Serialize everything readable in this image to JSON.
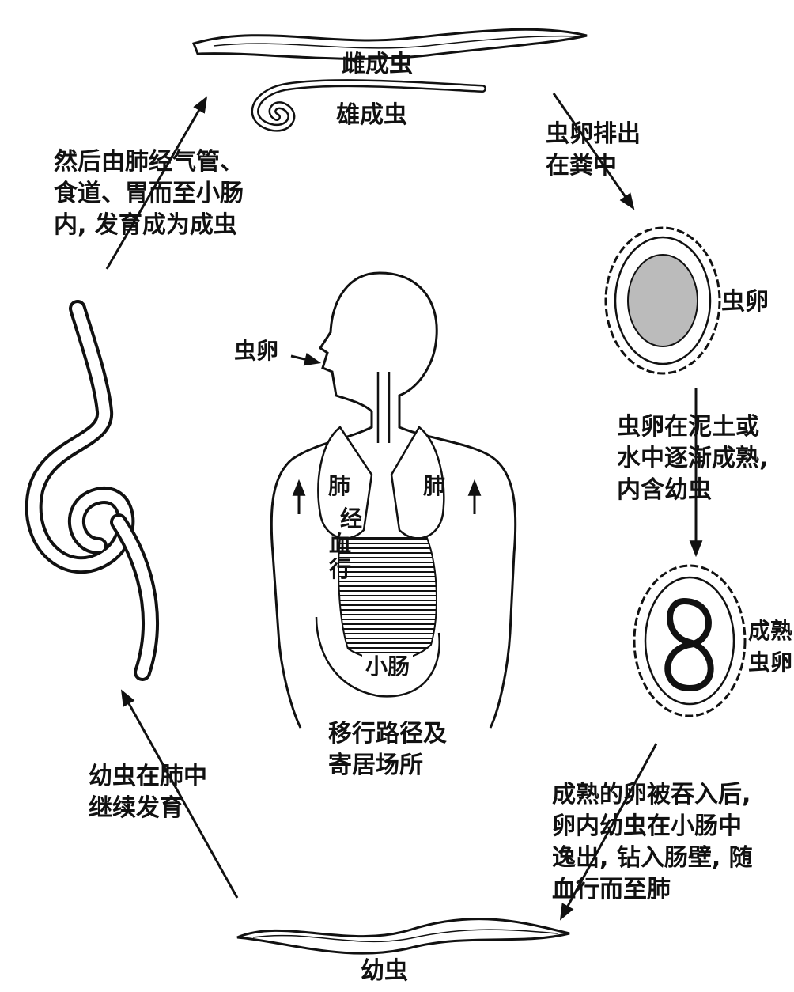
{
  "adults": {
    "female_label": "雌成虫",
    "male_label": "雄成虫"
  },
  "steps": {
    "eggs_excreted": [
      "虫卵排出",
      "在粪中"
    ],
    "egg_label": "虫卵",
    "egg_matures": [
      "虫卵在泥土或",
      "水中逐渐成熟,",
      "内含幼虫"
    ],
    "mature_egg_label": [
      "成熟",
      "虫卵"
    ],
    "swallowed": [
      "成熟的卵被吞入后,",
      "卵内幼虫在小肠中",
      "逸出, 钻入肠壁, 随",
      "血行而至肺"
    ],
    "larva_label": "幼虫",
    "lung_development": [
      "幼虫在肺中",
      "继续发育"
    ],
    "to_intestine": [
      "然后由肺经气管、",
      "食道、胃而至小肠",
      "内, 发育成为成虫"
    ]
  },
  "body": {
    "mouth_egg_label": "虫卵",
    "lung_left": "肺",
    "lung_right": "肺",
    "via_blood": [
      "经",
      "血",
      "行"
    ],
    "small_intestine": "小肠",
    "caption": [
      "移行路径及",
      "寄居场所"
    ]
  }
}
